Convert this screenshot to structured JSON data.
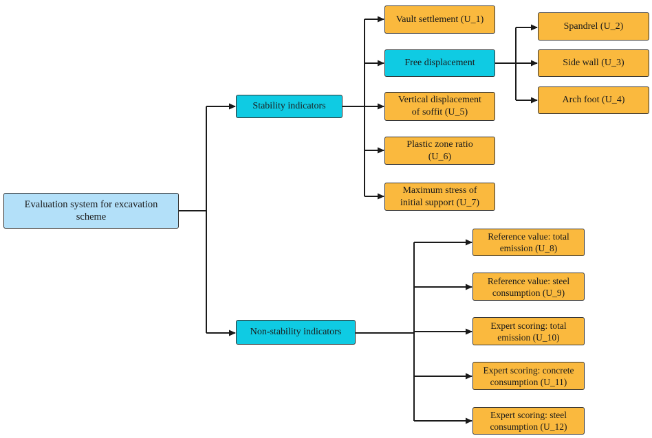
{
  "colors": {
    "root_fill": "#b3e0f9",
    "category_fill": "#0fcbe3",
    "indicator_fill": "#fab93e",
    "border": "#333333",
    "connector": "#1a1a1a"
  },
  "root": {
    "label": "Evaluation system for excavation\nscheme"
  },
  "stability": {
    "label": "Stability indicators",
    "items": [
      "Vault settlement (U_1)",
      "Free displacement",
      "Vertical displacement\nof soffit (U_5)",
      "Plastic zone ratio\n(U_6)",
      "Maximum stress of\ninitial support (U_7)"
    ],
    "free_displacement_items": [
      "Spandrel (U_2)",
      "Side wall (U_3)",
      "Arch foot (U_4)"
    ]
  },
  "non_stability": {
    "label": "Non-stability indicators",
    "items": [
      "Reference value: total\nemission (U_8)",
      "Reference value:  steel\nconsumption (U_9)",
      "Expert scoring: total\nemission (U_10)",
      "Expert scoring: concrete\nconsumption (U_11)",
      "Expert scoring: steel\nconsumption (U_12)"
    ]
  }
}
